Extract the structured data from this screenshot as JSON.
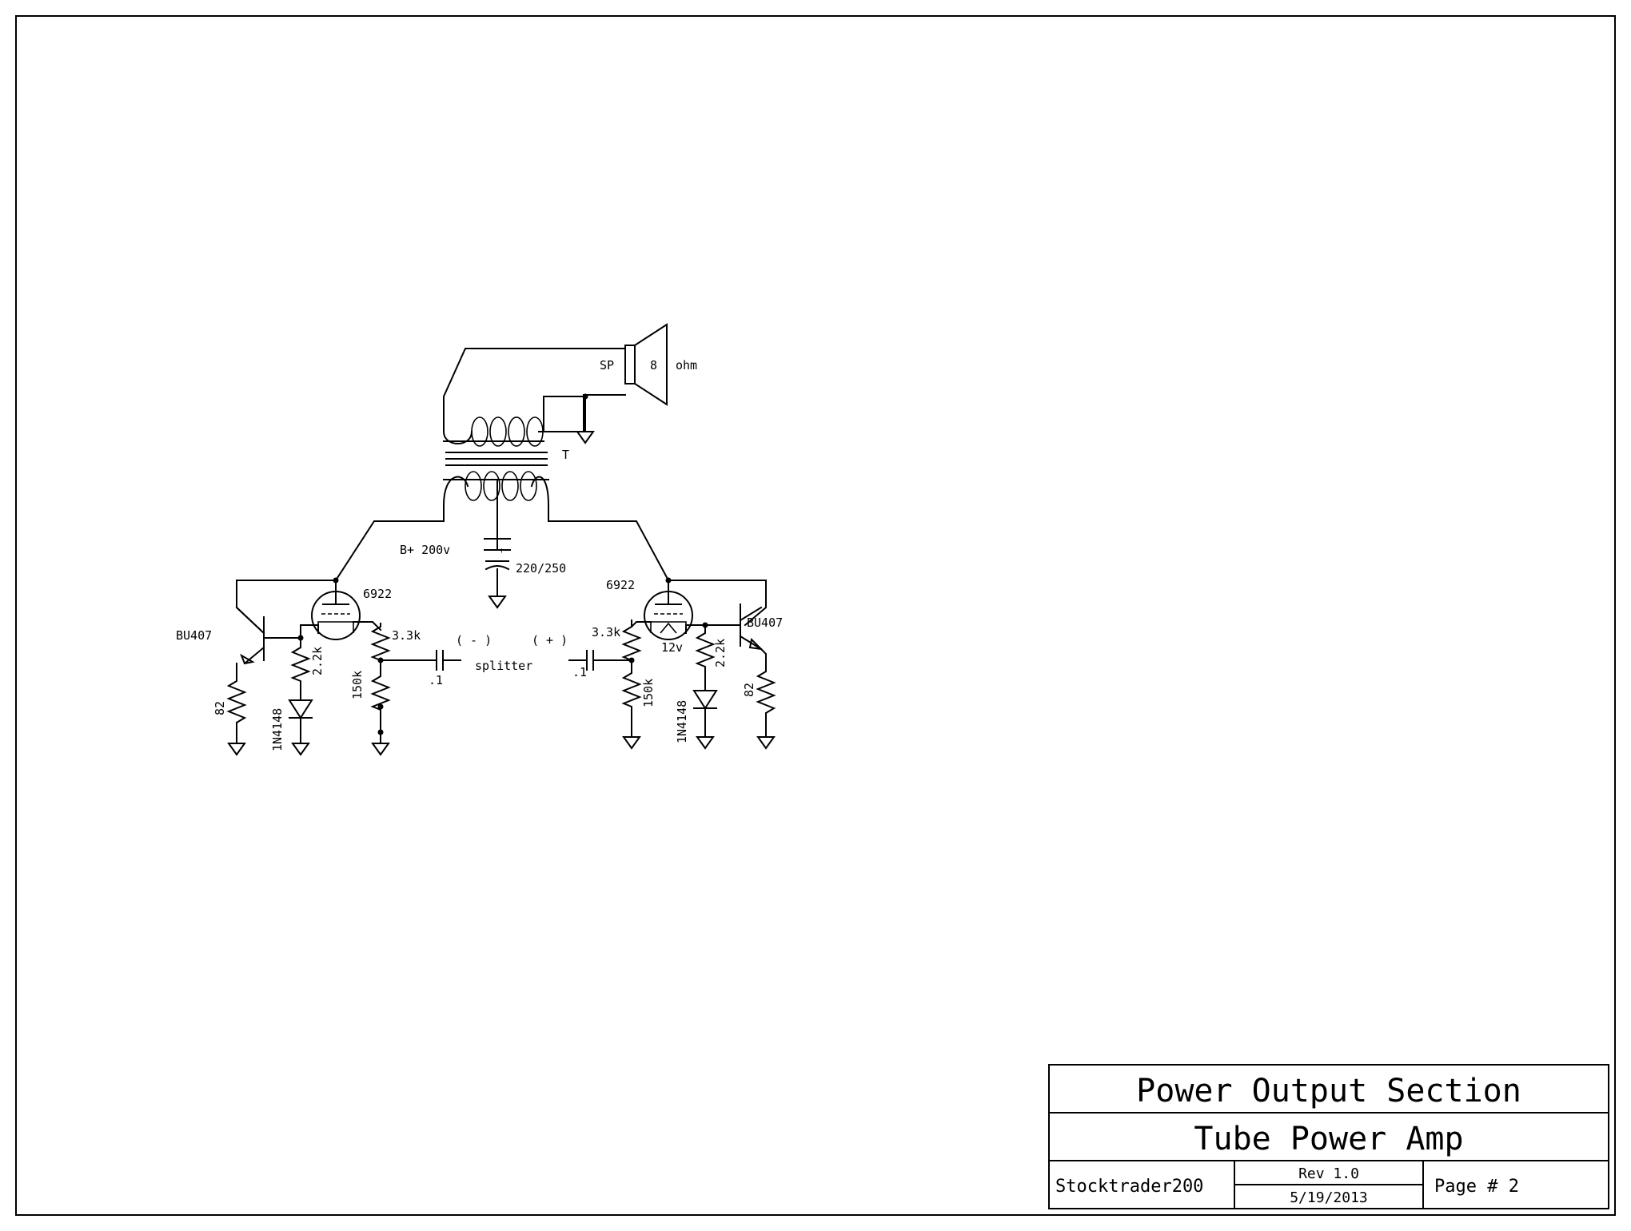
{
  "title_block": {
    "title": "Power Output Section",
    "subtitle": "Tube Power Amp",
    "author": "Stocktrader200",
    "revision": "Rev 1.0",
    "date": "5/19/2013",
    "page": "Page # 2"
  },
  "labels": {
    "speaker_ref": "SP",
    "speaker_value": "8",
    "speaker_unit": "ohm",
    "transformer": "T",
    "bplus": "B+ 200v",
    "filter_cap": "220/250",
    "tube_left": "6922",
    "tube_right": "6922",
    "transistor_left": "BU407",
    "transistor_right": "BU407",
    "res_emitter_left": "82",
    "res_emitter_right": "82",
    "res_base_left": "2.2k",
    "res_base_right": "2.2k",
    "diode_left": "1N4148",
    "diode_right": "1N4148",
    "res_grid_left": "3.3k",
    "res_grid_right": "3.3k",
    "res_bias_left": "150k",
    "res_bias_right": "150k",
    "cap_left": ".1",
    "cap_right": ".1",
    "phase_neg": "( - )",
    "phase_pos": "( + )",
    "splitter": "splitter",
    "heater": "12v"
  }
}
